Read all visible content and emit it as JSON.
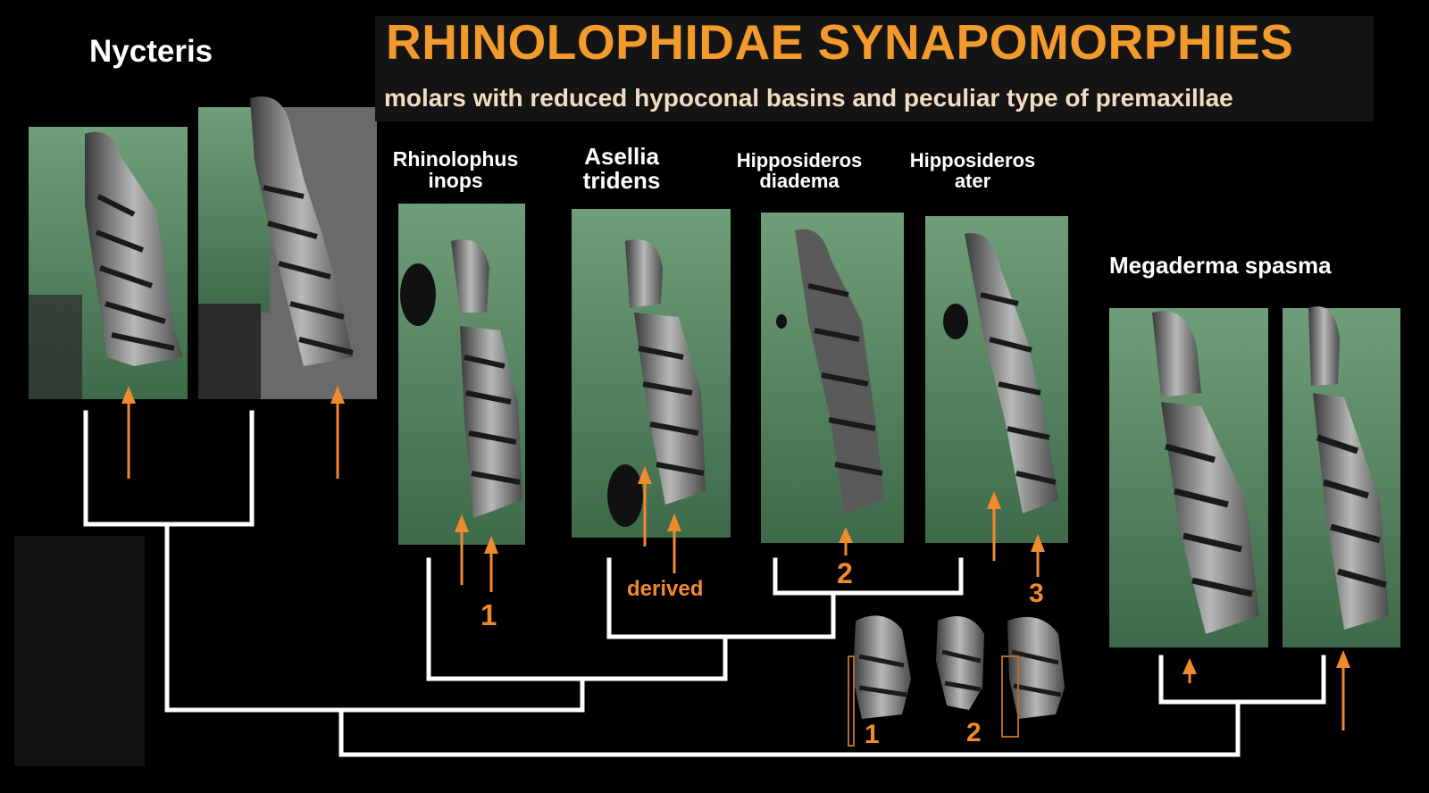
{
  "header": {
    "title": "RHINOLOPHIDAE SYNAPOMORPHIES",
    "subtitle": "molars with reduced hypoconal basins and peculiar type of  premaxillae"
  },
  "taxa": {
    "nycteris": "Nycteris",
    "rhinolophus": "Rhinolophus\ninops",
    "asellia": "Asellia\ntridens",
    "hipposideros_diadema": "Hipposideros\ndiadema",
    "hipposideros_ater": "Hipposideros\nater",
    "megaderma": "Megaderma spasma"
  },
  "annotations": {
    "label_1": "1",
    "label_derived": "derived",
    "label_2": "2",
    "label_3": "3",
    "molar_label_1": "1",
    "molar_label_2": "2"
  },
  "colors": {
    "background": "#000000",
    "title": "#f39a2d",
    "subtitle": "#f2ddc2",
    "arrow": "#f08a2c",
    "tree": "#ffffff",
    "bone": "#5f8f6c",
    "tooth": "#9a9a9a"
  }
}
